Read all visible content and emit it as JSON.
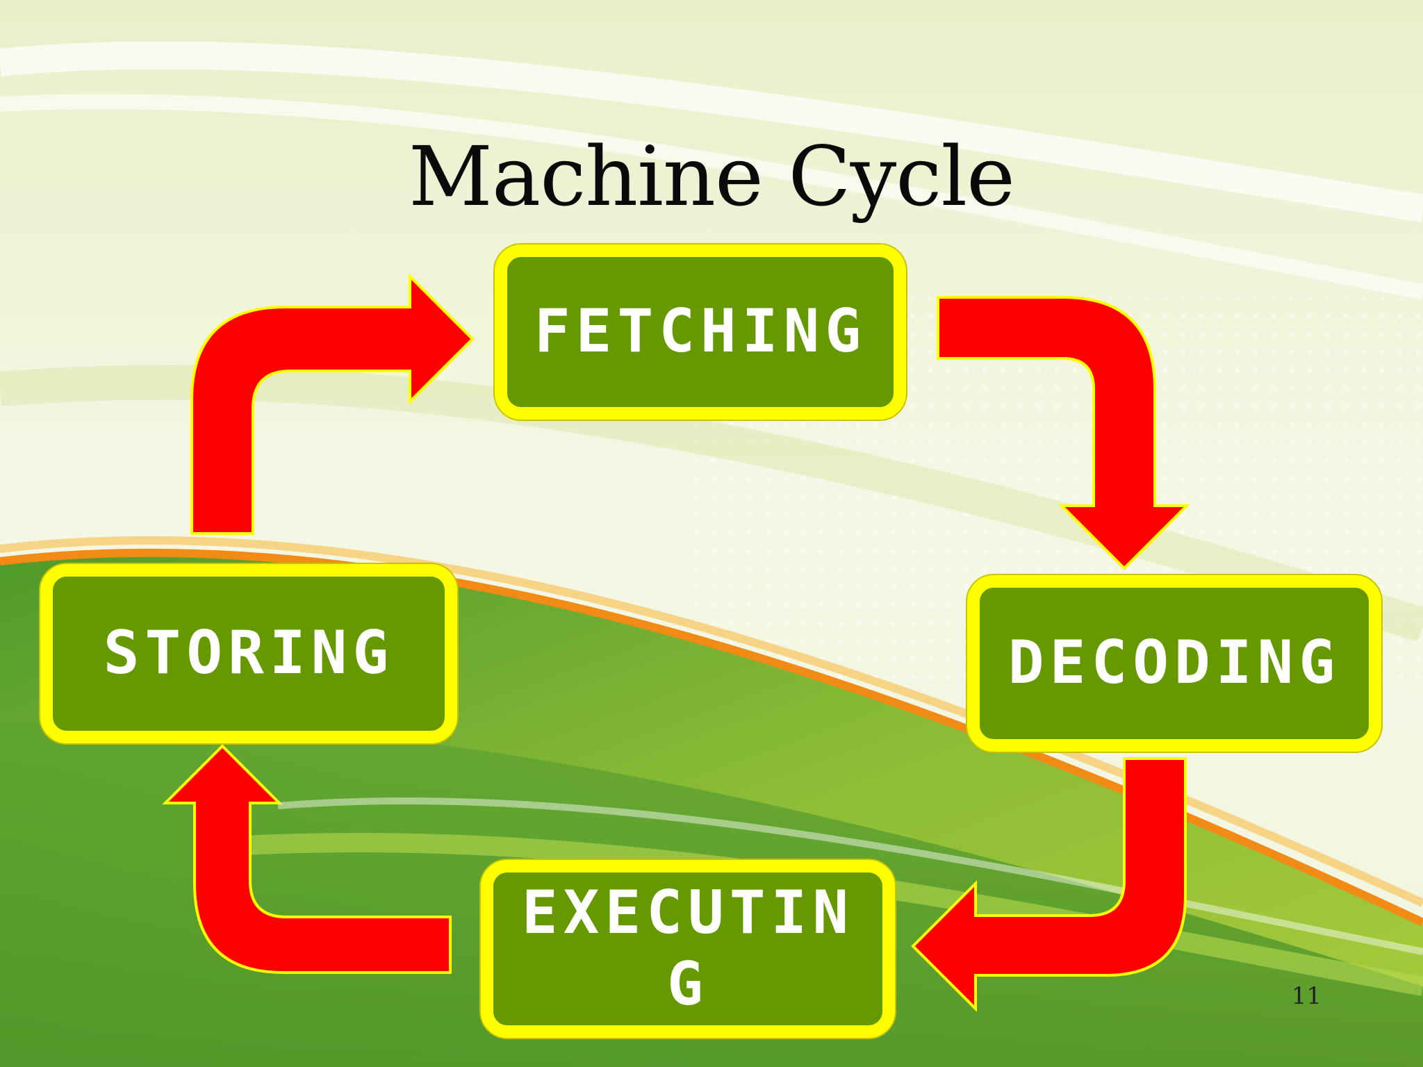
{
  "slide": {
    "title": "Machine Cycle",
    "page_number": "11"
  },
  "stages": [
    {
      "id": "fetching",
      "label": "FETCHING"
    },
    {
      "id": "decoding",
      "label": "DECODING"
    },
    {
      "id": "executing",
      "label": "EXECUTING"
    },
    {
      "id": "storing",
      "label": "STORING"
    }
  ],
  "colors": {
    "stage_fill": "#669900",
    "stage_border": "#ffff00",
    "arrow_fill": "#ff0000",
    "arrow_outline": "#ffff00",
    "stage_text": "#ffffff"
  },
  "flow": [
    "fetching",
    "decoding",
    "executing",
    "storing",
    "fetching"
  ]
}
